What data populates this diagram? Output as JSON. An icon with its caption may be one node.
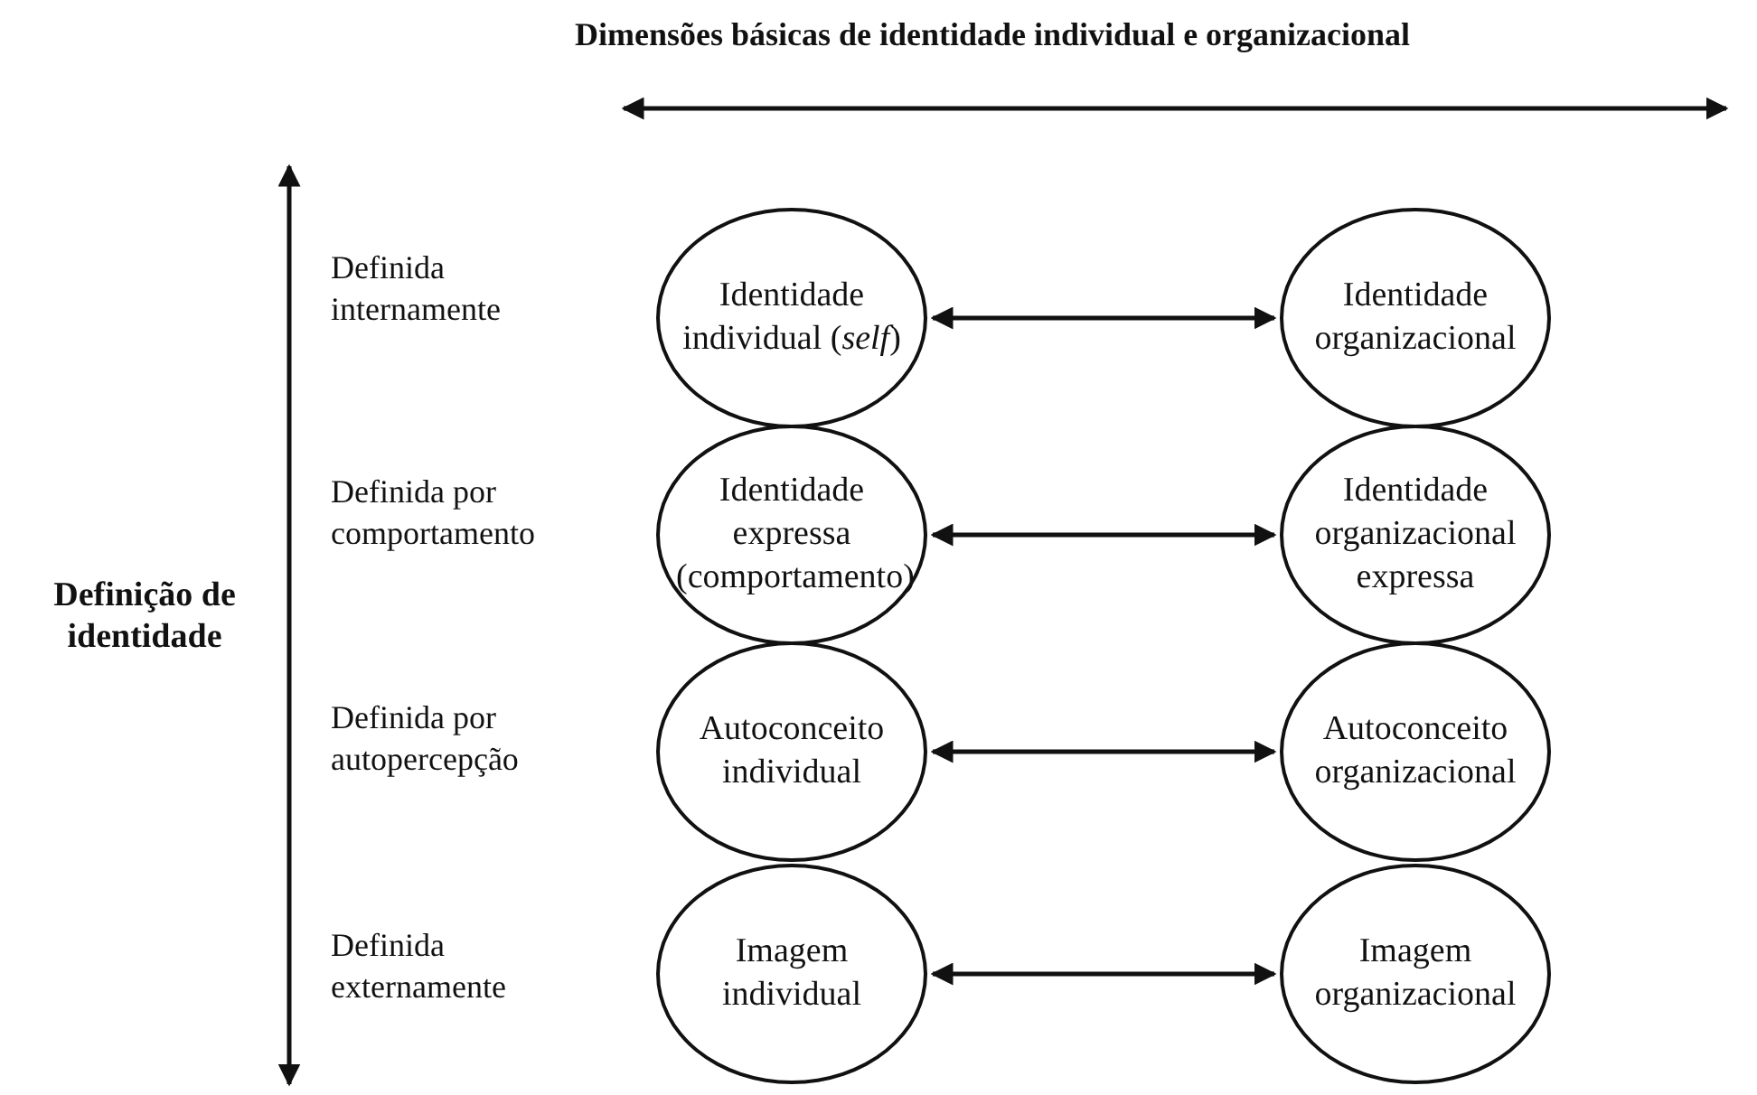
{
  "diagram": {
    "title": "Dimensões básicas de identidade individual e organizacional",
    "nodes": [
      {
        "text": [
          "Identidade individual (*self*)"
        ]
      },
      {
        "text": [
          "Identidade organizacional"
        ]
      },
      {
        "text": [
          "Identidade expressa (comportamento)"
        ]
      },
      {
        "text": [
          "Identidade organizacional expressa"
        ]
      },
      {
        "text": [
          "Autoconceito individual"
        ]
      },
      {
        "text": [
          "Autoconceito organizacional"
        ]
      },
      {
        "text": [
          "Imagem individual"
        ]
      },
      {
        "text": [
          "Imagem organizacional"
        ]
      }
    ],
    "edges": [
      {
        "from": 0,
        "to": 1,
        "arrow": "both"
      },
      {
        "from": 2,
        "to": 3,
        "arrow": "both"
      },
      {
        "from": 4,
        "to": 5,
        "arrow": "both"
      },
      {
        "from": 6,
        "to": 7,
        "arrow": "both"
      }
    ],
    "labels": [
      "Definida internamente",
      "Definida por comportamento",
      "Definição de identidade",
      "Definida por autopercepção",
      "Definida externamente"
    ]
  }
}
